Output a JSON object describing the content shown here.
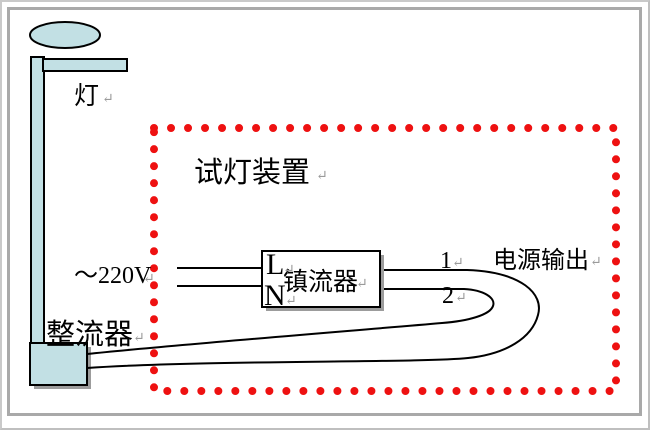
{
  "diagram": {
    "title": "试灯装置",
    "labels": {
      "lamp": "灯",
      "voltage": "～220V",
      "ballast": "镇流器",
      "terminal_l": "L",
      "terminal_n": "N",
      "output_1": "1",
      "output_2": "2",
      "power_output": "电源输出",
      "rectifier": "整流器"
    },
    "paragraph_mark": "↵",
    "colors": {
      "shape_fill": "#c2e0e4",
      "outline": "#000000",
      "dotted_boundary": "#ee1111",
      "box_shadow": "#9c9c9c",
      "inner_frame": "#a9a9a9",
      "outer_frame": "#c9c9c9",
      "paragraph_mark_color": "#9a9a9a"
    }
  }
}
